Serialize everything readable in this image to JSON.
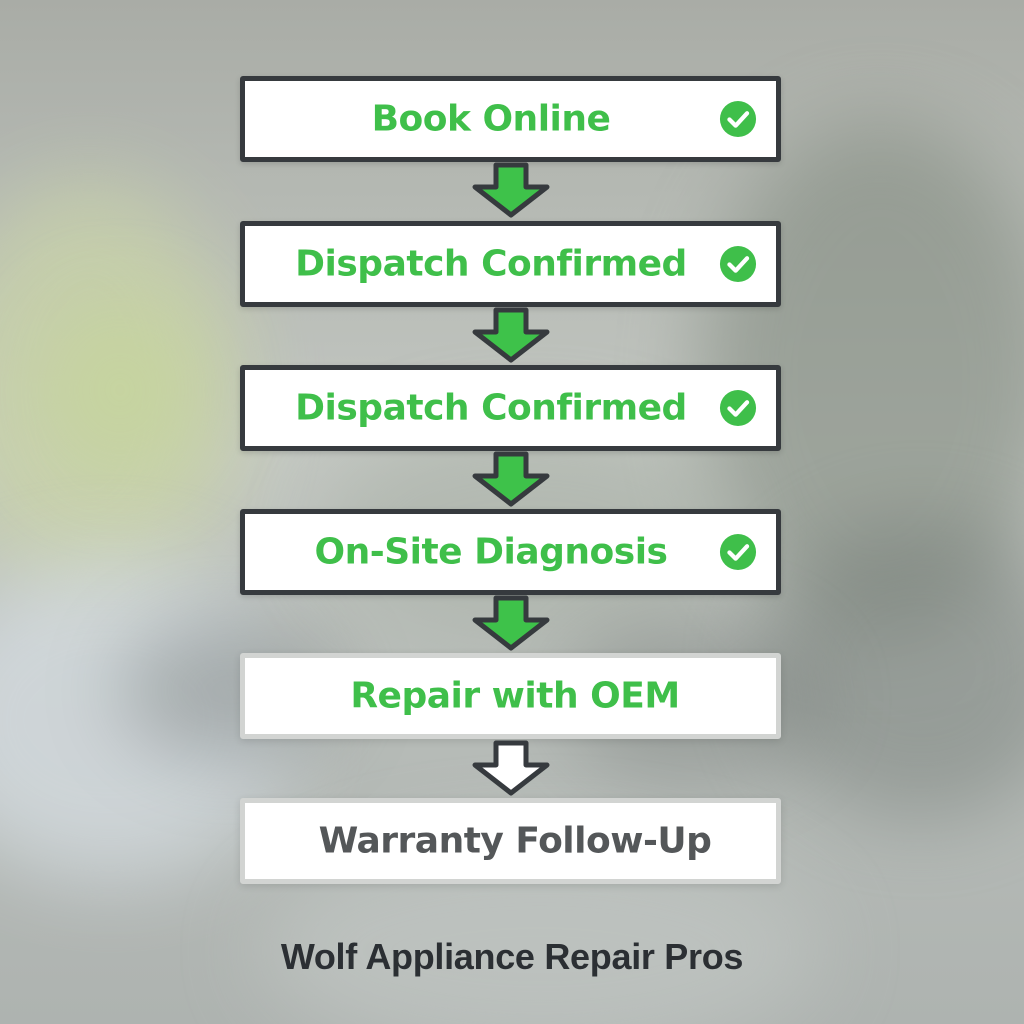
{
  "colors": {
    "done_text": "#3fbf4a",
    "check_fill": "#3fbf4a",
    "arrow_done": "#3ec24a",
    "arrow_pending": "#ffffff",
    "border_done": "#363a3e",
    "border_pending": "#d2d4d2",
    "pending_text_current": "#3fbf4a",
    "pending_text_future": "#545759",
    "brand_text": "#2b2f33"
  },
  "steps": [
    {
      "label": "Book Online",
      "status": "done",
      "icon": "check-circle-icon"
    },
    {
      "label": "Dispatch Confirmed",
      "status": "done",
      "icon": "check-circle-icon"
    },
    {
      "label": "Dispatch Confirmed",
      "status": "done",
      "icon": "check-circle-icon"
    },
    {
      "label": "On-Site Diagnosis",
      "status": "done",
      "icon": "check-circle-icon"
    },
    {
      "label": "Repair with OEM",
      "status": "pending"
    },
    {
      "label": "Warranty Follow-Up",
      "status": "pending"
    }
  ],
  "connectors": [
    "done",
    "done",
    "done",
    "done",
    "pending"
  ],
  "brand": {
    "name": "Wolf Appliance Repair Pros"
  }
}
